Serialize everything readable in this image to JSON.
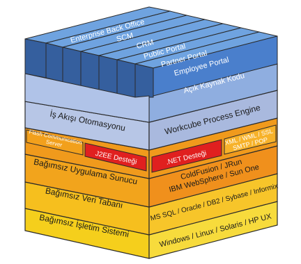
{
  "top_modules": [
    "Enterprise Back Office",
    "SCM",
    "CRM",
    "Public Portal",
    "Partner Portal",
    "Employee Portal",
    "Açık Kaynak Kodu"
  ],
  "workflow_layer": {
    "left_label": "İş Akışı Otomasyonu",
    "right_label": "Workcube Process Engine"
  },
  "services_layer": {
    "flash_line1": "Flash Communication",
    "flash_line2": "Server",
    "j2ee": "J2EE Desteği",
    "net": ".NET Desteği",
    "xml_line1": "XML / WML / SSL",
    "xml_line2": "SMTP / POP"
  },
  "app_server_layer": {
    "left_label": "Bağımsız Uygulama Sunucu",
    "right_line1": "ColdFusion / JRun",
    "right_line2": "IBM WebSphere / Sun One"
  },
  "database_layer": {
    "left_label": "Bağımsız Veri Tabanı",
    "right_label": "MS SQL / Oracle / DB2 / Sybase / Informix"
  },
  "os_layer": {
    "left_label": "Bağımsız İşletim Sistemi",
    "right_label": "Windows / Linux / Solaris / HP UX"
  },
  "colors": {
    "blue_top": "#5e97d8",
    "blue_front": "#4a7fcc",
    "blue_side": "#355f9e",
    "lavender": "#b7c6e6",
    "lavender_side": "#8e9fc6",
    "gold": "#f2b21b",
    "orange": "#f0901c",
    "amber": "#f7b22a",
    "yellow": "#f5cf1c",
    "red": "#e0201f"
  }
}
